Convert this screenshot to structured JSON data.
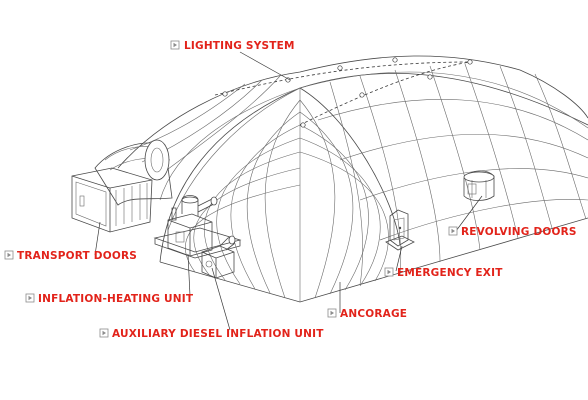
{
  "labels": {
    "lighting_system": "LIGHTING SYSTEM",
    "transport_doors": "TRANSPORT DOORS",
    "inflation_heating_unit": "INFLATION-HEATING UNIT",
    "auxiliary_diesel_inflation_unit": "AUXILIARY DIESEL INFLATION UNIT",
    "ancorage": "ANCORAGE",
    "emergency_exit": "EMERGENCY EXIT",
    "revolving_doors": "REVOLVING DOORS"
  },
  "colors": {
    "label_text": "#e2231a",
    "line_art": "#4a4a4a",
    "background": "#ffffff"
  }
}
